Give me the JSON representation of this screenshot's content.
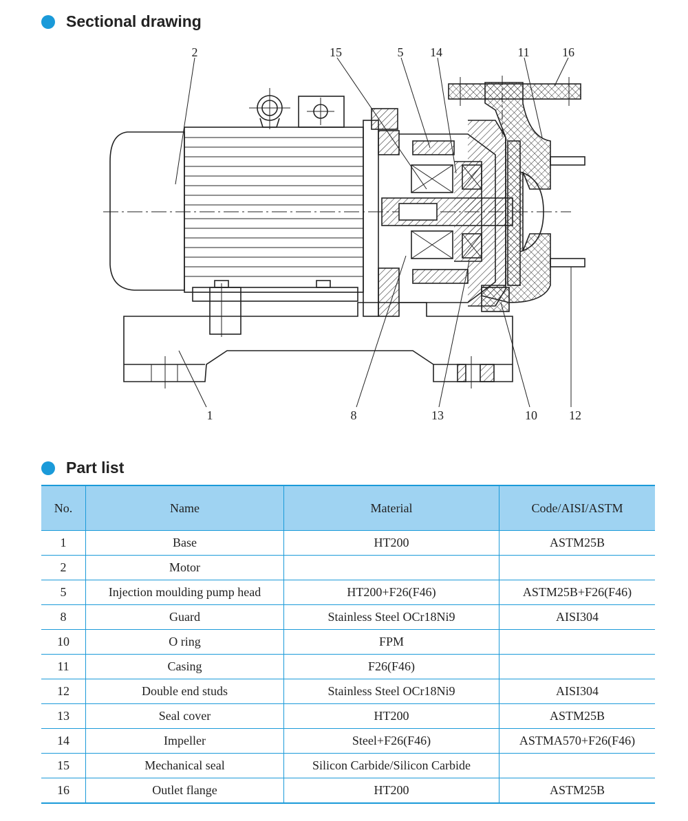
{
  "sections": {
    "drawing_title": "Sectional drawing",
    "parts_title": "Part list"
  },
  "drawing": {
    "callouts": [
      "2",
      "15",
      "5",
      "14",
      "11",
      "16",
      "1",
      "8",
      "13",
      "10",
      "12"
    ]
  },
  "table": {
    "headers": [
      "No.",
      "Name",
      "Material",
      "Code/AISI/ASTM"
    ],
    "rows": [
      {
        "no": "1",
        "name": "Base",
        "material": "HT200",
        "code": "ASTM25B"
      },
      {
        "no": "2",
        "name": "Motor",
        "material": "",
        "code": ""
      },
      {
        "no": "5",
        "name": "Injection moulding pump head",
        "material": "HT200+F26(F46)",
        "code": "ASTM25B+F26(F46)"
      },
      {
        "no": "8",
        "name": "Guard",
        "material": "Stainless Steel OCr18Ni9",
        "code": "AISI304"
      },
      {
        "no": "10",
        "name": "O ring",
        "material": "FPM",
        "code": ""
      },
      {
        "no": "11",
        "name": "Casing",
        "material": "F26(F46)",
        "code": ""
      },
      {
        "no": "12",
        "name": "Double end studs",
        "material": "Stainless Steel OCr18Ni9",
        "code": "AISI304"
      },
      {
        "no": "13",
        "name": "Seal cover",
        "material": "HT200",
        "code": "ASTM25B"
      },
      {
        "no": "14",
        "name": "Impeller",
        "material": "Steel+F26(F46)",
        "code": "ASTMA570+F26(F46)"
      },
      {
        "no": "15",
        "name": "Mechanical seal",
        "material": "Silicon Carbide/Silicon Carbide",
        "code": ""
      },
      {
        "no": "16",
        "name": "Outlet flange",
        "material": "HT200",
        "code": "ASTM25B"
      }
    ]
  }
}
